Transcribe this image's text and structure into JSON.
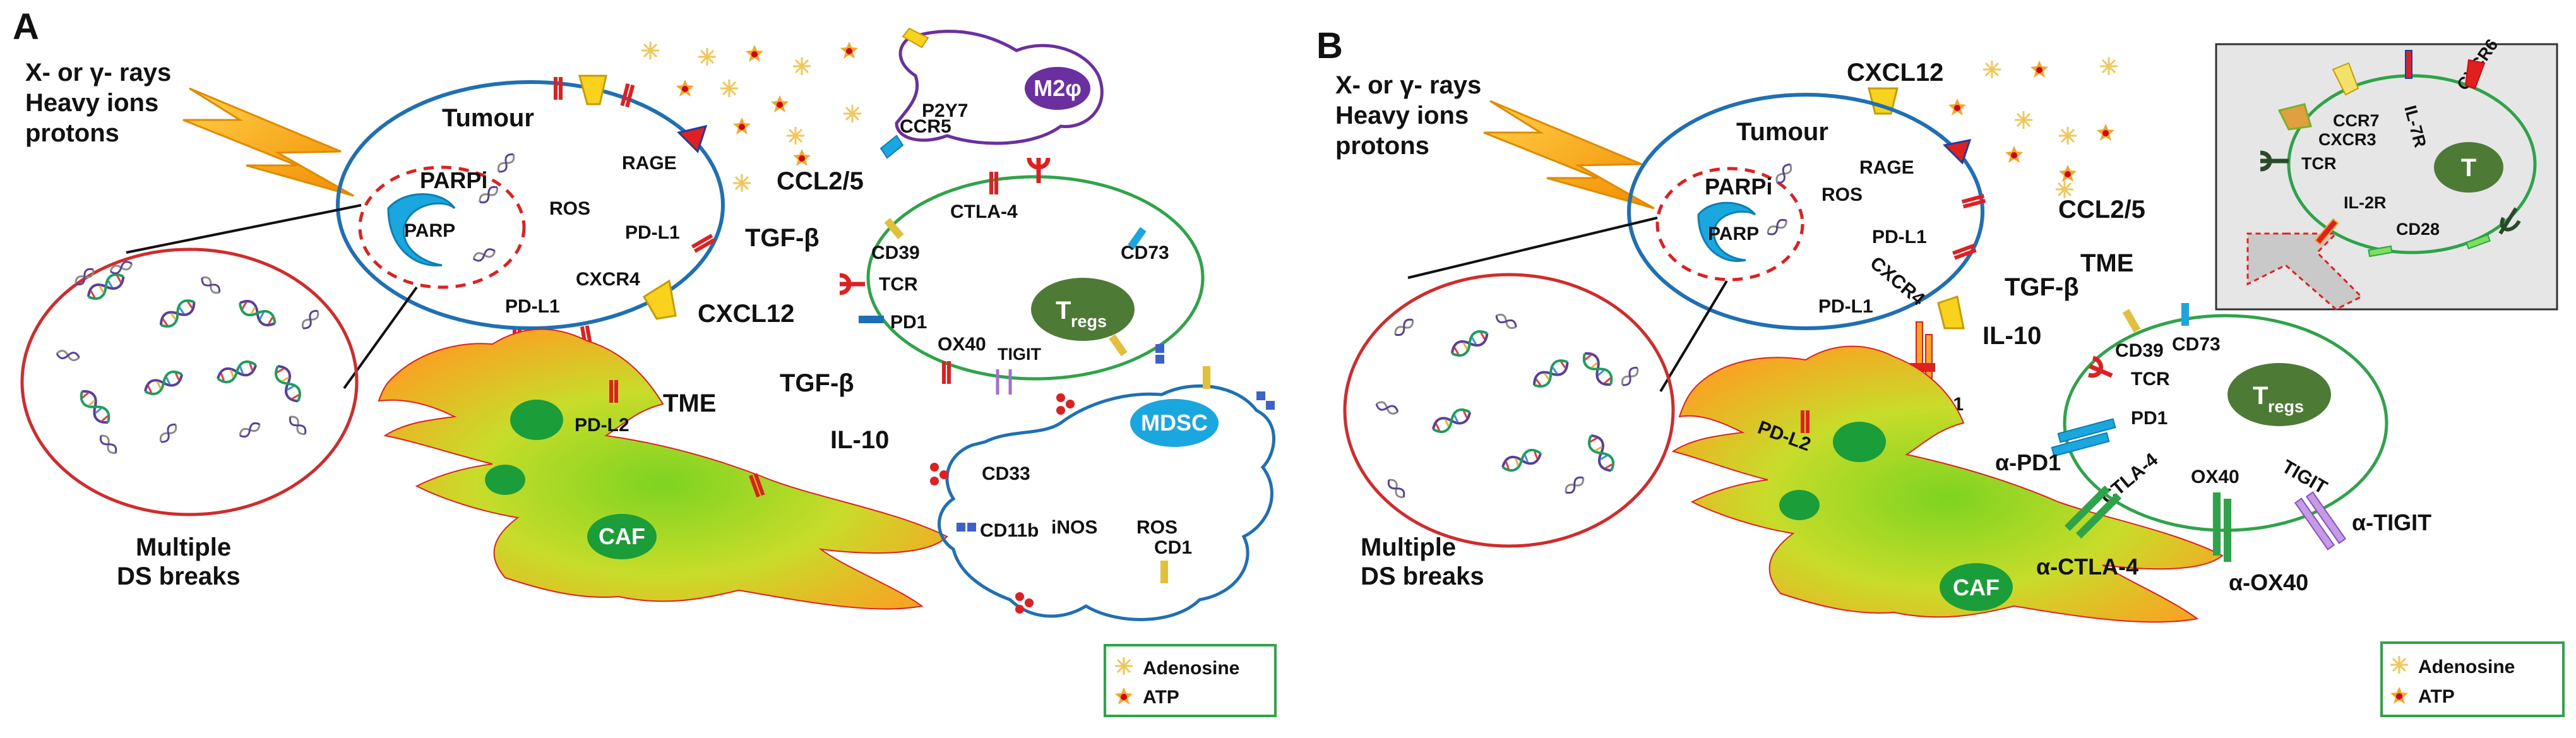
{
  "panel_a": {
    "letter": "A",
    "radiation": [
      "X- or γ- rays",
      "Heavy ions",
      "protons"
    ],
    "tumour": "Tumour",
    "parpi": "PARPi",
    "parp": "PARP",
    "ros": "ROS",
    "rage": "RAGE",
    "pdl1_top": "PD-L1",
    "cxcr4": "CXCR4",
    "pdl1_bottom": "PD-L1",
    "ccl25": "CCL2/5",
    "tgfb_1": "TGF-β",
    "cxcl12": "CXCL12",
    "tme": "TME",
    "tgfb_2": "TGF-β",
    "il10": "IL-10",
    "pdl2": "PD-L2",
    "caf": "CAF",
    "breaks": [
      "Multiple",
      "DS breaks"
    ],
    "p2y7": "P2Y7",
    "ccr5": "CCR5",
    "m2": "M2φ",
    "ctla4": "CTLA-4",
    "cd39": "CD39",
    "cd73": "CD73",
    "tcr": "TCR",
    "tregs_main": "T",
    "tregs_sub": "regs",
    "pd1": "PD1",
    "ox40": "OX40",
    "tigit": "TIGIT",
    "mdsc": "MDSC",
    "cd33": "CD33",
    "inos": "iNOS",
    "ros_mdsc": "ROS",
    "cd11b": "CD11b",
    "cd1": "CD1",
    "legend": [
      "Adenosine",
      "ATP"
    ]
  },
  "panel_b": {
    "letter": "B",
    "radiation": [
      "X- or γ- rays",
      "Heavy ions",
      "protons"
    ],
    "cxcl12": "CXCL12",
    "tumour": "Tumour",
    "parpi": "PARPi",
    "parp": "PARP",
    "ros": "ROS",
    "rage": "RAGE",
    "pdl1_top": "PD-L1",
    "cxcr4": "CXCR4",
    "pdl1_bottom": "PD-L1",
    "ccl25": "CCL2/5",
    "tme": "TME",
    "tgfb": "TGF-β",
    "il10": "IL-10",
    "anti_pdl1": "α-PD-L1",
    "pdl2": "PD-L2",
    "caf": "CAF",
    "breaks": [
      "Multiple",
      "DS breaks"
    ],
    "cd39": "CD39",
    "cd73": "CD73",
    "tcr": "TCR",
    "tregs_main": "T",
    "tregs_sub": "regs",
    "pd1": "PD1",
    "anti_pd1": "α-PD1",
    "ctla4": "CTLA-4",
    "anti_ctla4": "α-CTLA-4",
    "ox40": "OX40",
    "anti_ox40": "α-OX40",
    "tigit": "TIGIT",
    "anti_tigit": "α-TIGIT",
    "inset": {
      "ccr7": "CCR7",
      "il7r": "IL-7R",
      "cxcr6": "CXCR6",
      "cxcr3": "CXCR3",
      "tcr": "TCR",
      "t": "T",
      "il2r": "IL-2R",
      "cd28": "CD28"
    },
    "legend": [
      "Adenosine",
      "ATP"
    ]
  },
  "colors": {
    "membrane_blue": "#1f6fb5",
    "dashed_red": "#e02020",
    "breaks_red": "#d22b2b",
    "treg_green": "#2ea34a",
    "treg_fill": "#4d7a35",
    "mdsc_fill": "#1aa7e0",
    "m2_purple": "#6b2fa0",
    "legend_green": "#2ea34a",
    "bolt": "#f5a623",
    "inset_bg": "#e6e6e6"
  }
}
